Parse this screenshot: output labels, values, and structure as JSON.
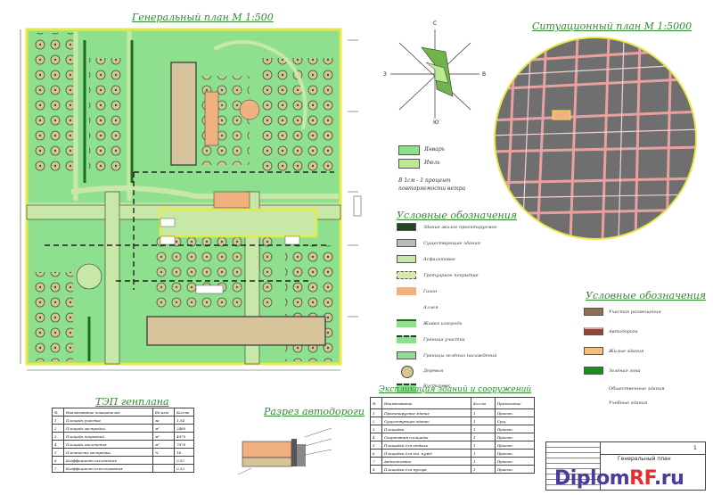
{
  "titles": {
    "general_plan": "Генеральный план М 1:500",
    "situation_plan": "Ситуационный план М 1:5000",
    "legend": "Условные обозначения",
    "legend2": "Условные обозначения",
    "tep": "ТЭП генплана",
    "road_section": "Разрез автодороги",
    "buildings_table": "Экспликация зданий и сооружений"
  },
  "wind": {
    "north": "С",
    "south": "Ю",
    "east": "В",
    "west": "З",
    "jan": "Январь",
    "jul": "Июль",
    "note": "В 1см - 1 процент повторяемости ветра"
  },
  "legend_items": [
    "Здание жилое проектируемое",
    "Существующие здания",
    "Асфальтовое",
    "Тротуарное покрытие",
    "Газон",
    "Аллея",
    "Живая изгородь",
    "Граница участка",
    "Границы зелёных насаждений",
    "Деревья",
    "Кустарник"
  ],
  "legend2_items": [
    "Участок размещения",
    "Автодороги",
    "Жилые здания",
    "Зелёная зона",
    "Общественные здания",
    "Учебные здания"
  ],
  "tep_headers": [
    "№",
    "Наименование показателей",
    "Ед.изм.",
    "Кол-во"
  ],
  "tep_rows": [
    [
      "1",
      "Площадь участка",
      "га",
      "1,54"
    ],
    [
      "2",
      "Площадь застройки",
      "м²",
      "2460"
    ],
    [
      "3",
      "Площадь покрытий",
      "м²",
      "4970"
    ],
    [
      "4",
      "Площадь озеленения",
      "м²",
      "7970"
    ],
    [
      "5",
      "Плотность застройки",
      "%",
      "16"
    ],
    [
      "6",
      "Коэффициент озеленения",
      "",
      "0,52"
    ],
    [
      "7",
      "Коэффициент использования",
      "",
      "0,32"
    ]
  ],
  "buildings_headers": [
    "№",
    "Наименование",
    "Кол-во",
    "Примечание"
  ],
  "buildings_rows": [
    [
      "1",
      "Проектируемое здание",
      "1",
      "Проект."
    ],
    [
      "2",
      "Существующее здание",
      "1",
      "Сущ."
    ],
    [
      "3",
      "Площадка",
      "1",
      "Проект."
    ],
    [
      "4",
      "Спортивная площадка",
      "1",
      "Проект."
    ],
    [
      "5",
      "Площадка для отдыха",
      "1",
      "Проект."
    ],
    [
      "6",
      "Площадка для хоз. нужд",
      "1",
      "Проект."
    ],
    [
      "7",
      "Автостоянка",
      "1",
      "Проект."
    ],
    [
      "8",
      "Площадка для мусора",
      "1",
      "Проект."
    ]
  ],
  "stamp": {
    "project": "Генеральный план",
    "sheet": "1"
  },
  "watermark": {
    "a": "Diplom",
    "b": "RF",
    "c": ".ru"
  },
  "colors": {
    "lawn": "#8ee08e",
    "road": "#c8e8a8",
    "city_fill": "#6f6f6f",
    "city_roads": "#e8a0a0"
  }
}
